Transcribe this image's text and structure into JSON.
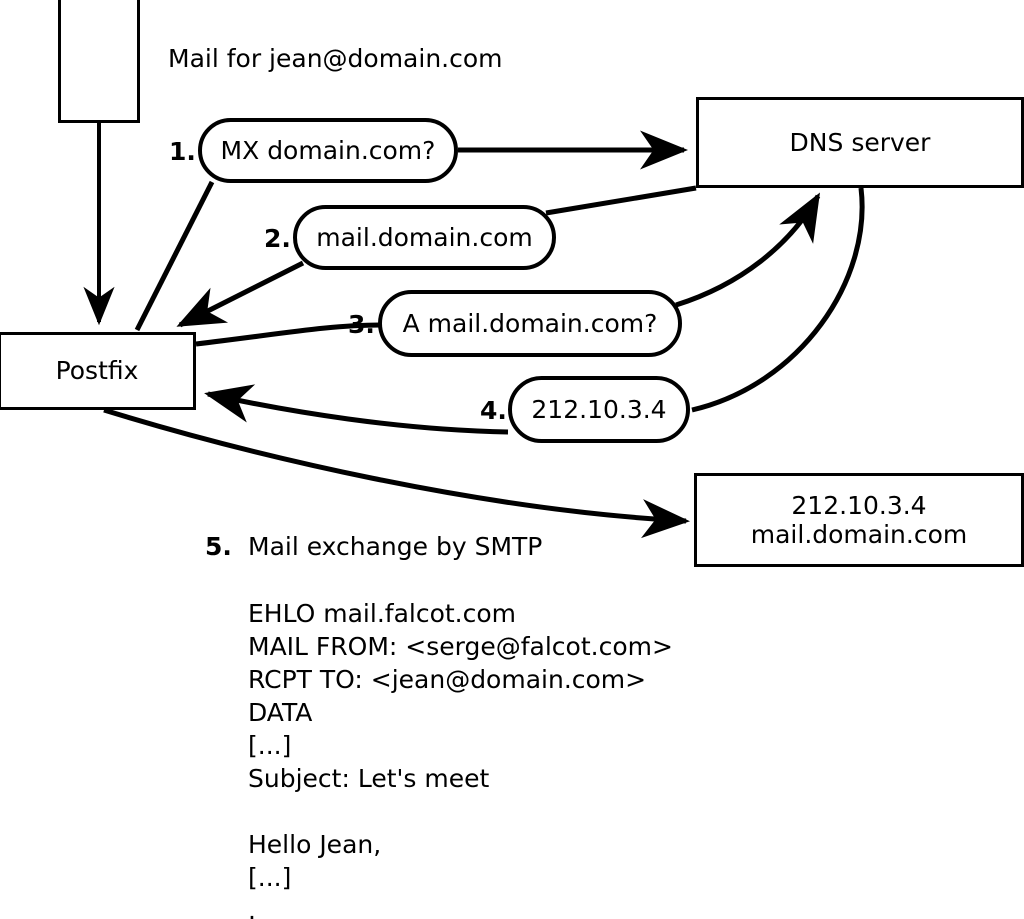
{
  "diagram": {
    "title_note": "Mail for jean@domain.com",
    "nodes": {
      "sender": {
        "label": ""
      },
      "postfix": {
        "label": "Postfix"
      },
      "dns": {
        "label": "DNS server"
      },
      "mailserver": {
        "line1": "212.10.3.4",
        "line2": "mail.domain.com"
      }
    },
    "steps": [
      {
        "num": "1.",
        "label": "MX domain.com?"
      },
      {
        "num": "2.",
        "label": "mail.domain.com"
      },
      {
        "num": "3.",
        "label": "A mail.domain.com?"
      },
      {
        "num": "4.",
        "label": "212.10.3.4"
      },
      {
        "num": "5.",
        "label": "Mail exchange by SMTP"
      }
    ],
    "smtp_transcript": "EHLO mail.falcot.com\nMAIL FROM: <serge@falcot.com>\nRCPT TO: <jean@domain.com>\nDATA\n[...]\nSubject: Let's meet\n\nHello Jean,\n[...]\n.",
    "colors": {
      "stroke": "#000000",
      "background": "#ffffff",
      "text": "#000000"
    }
  }
}
